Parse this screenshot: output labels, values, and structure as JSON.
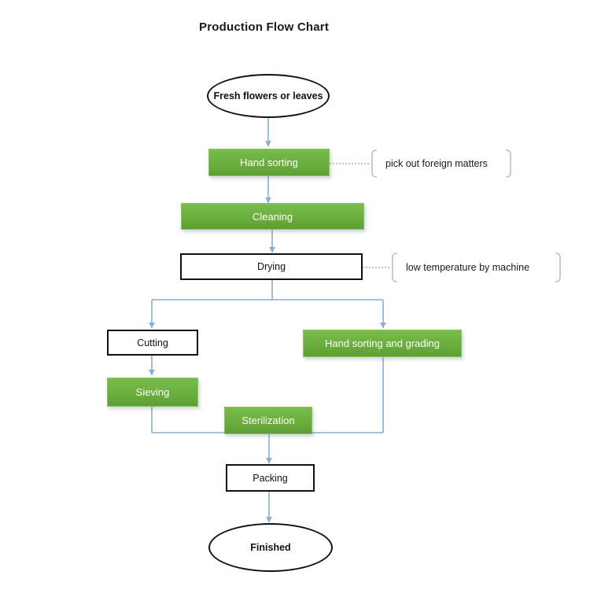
{
  "chart_data": {
    "type": "diagram",
    "title": "Production Flow Chart",
    "nodes": [
      {
        "id": "start",
        "label": "Fresh flowers or leaves",
        "shape": "ellipse",
        "style": "outline"
      },
      {
        "id": "hand1",
        "label": "Hand sorting",
        "shape": "rectangle",
        "style": "green"
      },
      {
        "id": "cleaning",
        "label": "Cleaning",
        "shape": "rectangle",
        "style": "green"
      },
      {
        "id": "drying",
        "label": "Drying",
        "shape": "rectangle",
        "style": "outline"
      },
      {
        "id": "cutting",
        "label": "Cutting",
        "shape": "rectangle",
        "style": "outline"
      },
      {
        "id": "grading",
        "label": "Hand sorting and grading",
        "shape": "rectangle",
        "style": "green"
      },
      {
        "id": "sieving",
        "label": "Sieving",
        "shape": "rectangle",
        "style": "green"
      },
      {
        "id": "steril",
        "label": "Sterilization",
        "shape": "rectangle",
        "style": "green"
      },
      {
        "id": "packing",
        "label": "Packing",
        "shape": "rectangle",
        "style": "outline"
      },
      {
        "id": "finished",
        "label": "Finished",
        "shape": "ellipse",
        "style": "outline"
      }
    ],
    "annotations": [
      {
        "id": "ann1",
        "attached_to": "hand1",
        "text": "pick out foreign matters"
      },
      {
        "id": "ann2",
        "attached_to": "drying",
        "text": "low temperature by machine"
      }
    ],
    "edges": [
      {
        "from": "start",
        "to": "hand1"
      },
      {
        "from": "hand1",
        "to": "cleaning"
      },
      {
        "from": "cleaning",
        "to": "drying"
      },
      {
        "from": "drying",
        "to": "cutting"
      },
      {
        "from": "drying",
        "to": "grading"
      },
      {
        "from": "cutting",
        "to": "sieving"
      },
      {
        "from": "sieving",
        "to": "packing"
      },
      {
        "from": "grading",
        "to": "packing"
      },
      {
        "from": "steril",
        "to": "packing"
      },
      {
        "from": "packing",
        "to": "finished"
      }
    ],
    "colors": {
      "green_fill": "#6aaf3d",
      "green_text": "#ffffff",
      "outline_border": "#111111",
      "connector": "#86aed4",
      "annotation_brace": "#9cb6cc",
      "background": "#ffffff"
    }
  },
  "flow": {
    "title": "Production Flow Chart",
    "start": {
      "label": "Fresh flowers or leaves"
    },
    "hand_sorting": {
      "label": "Hand sorting"
    },
    "cleaning": {
      "label": "Cleaning"
    },
    "drying": {
      "label": "Drying"
    },
    "cutting": {
      "label": "Cutting"
    },
    "grading": {
      "label": "Hand sorting and grading"
    },
    "sieving": {
      "label": "Sieving"
    },
    "sterilization": {
      "label": "Sterilization"
    },
    "packing": {
      "label": "Packing"
    },
    "finished": {
      "label": "Finished"
    },
    "note_sorting": {
      "label": "pick out foreign matters"
    },
    "note_drying": {
      "label": "low temperature by machine"
    }
  }
}
